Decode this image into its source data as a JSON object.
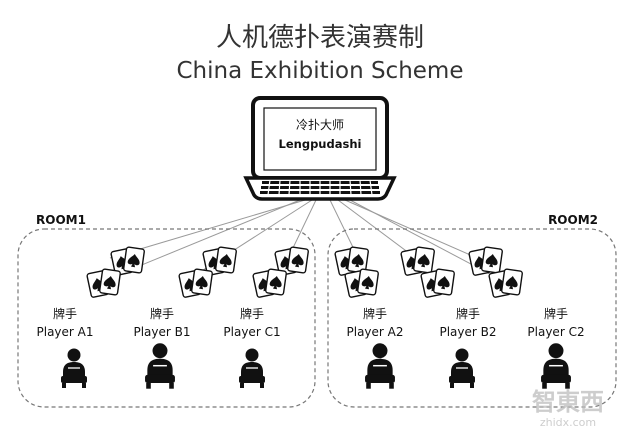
{
  "title": {
    "zh": "人机德扑表演赛制",
    "en": "China Exhibition Scheme"
  },
  "laptop": {
    "name_zh": "冷扑大师",
    "name_en": "Lengpudashi"
  },
  "rooms": [
    {
      "label": "ROOM1"
    },
    {
      "label": "ROOM2"
    }
  ],
  "players": [
    {
      "role": "牌手",
      "name": "Player A1"
    },
    {
      "role": "牌手",
      "name": "Player B1"
    },
    {
      "role": "牌手",
      "name": "Player C1"
    },
    {
      "role": "牌手",
      "name": "Player A2"
    },
    {
      "role": "牌手",
      "name": "Player B2"
    },
    {
      "role": "牌手",
      "name": "Player C2"
    }
  ],
  "watermark": {
    "text": "智東西",
    "url": "zhidx.com"
  },
  "colors": {
    "line": "#9a9a9a",
    "dash": "#777777",
    "card_fill": "#ffffff",
    "ink": "#111111",
    "title": "#333333",
    "watermark": "#bdbdbd"
  }
}
